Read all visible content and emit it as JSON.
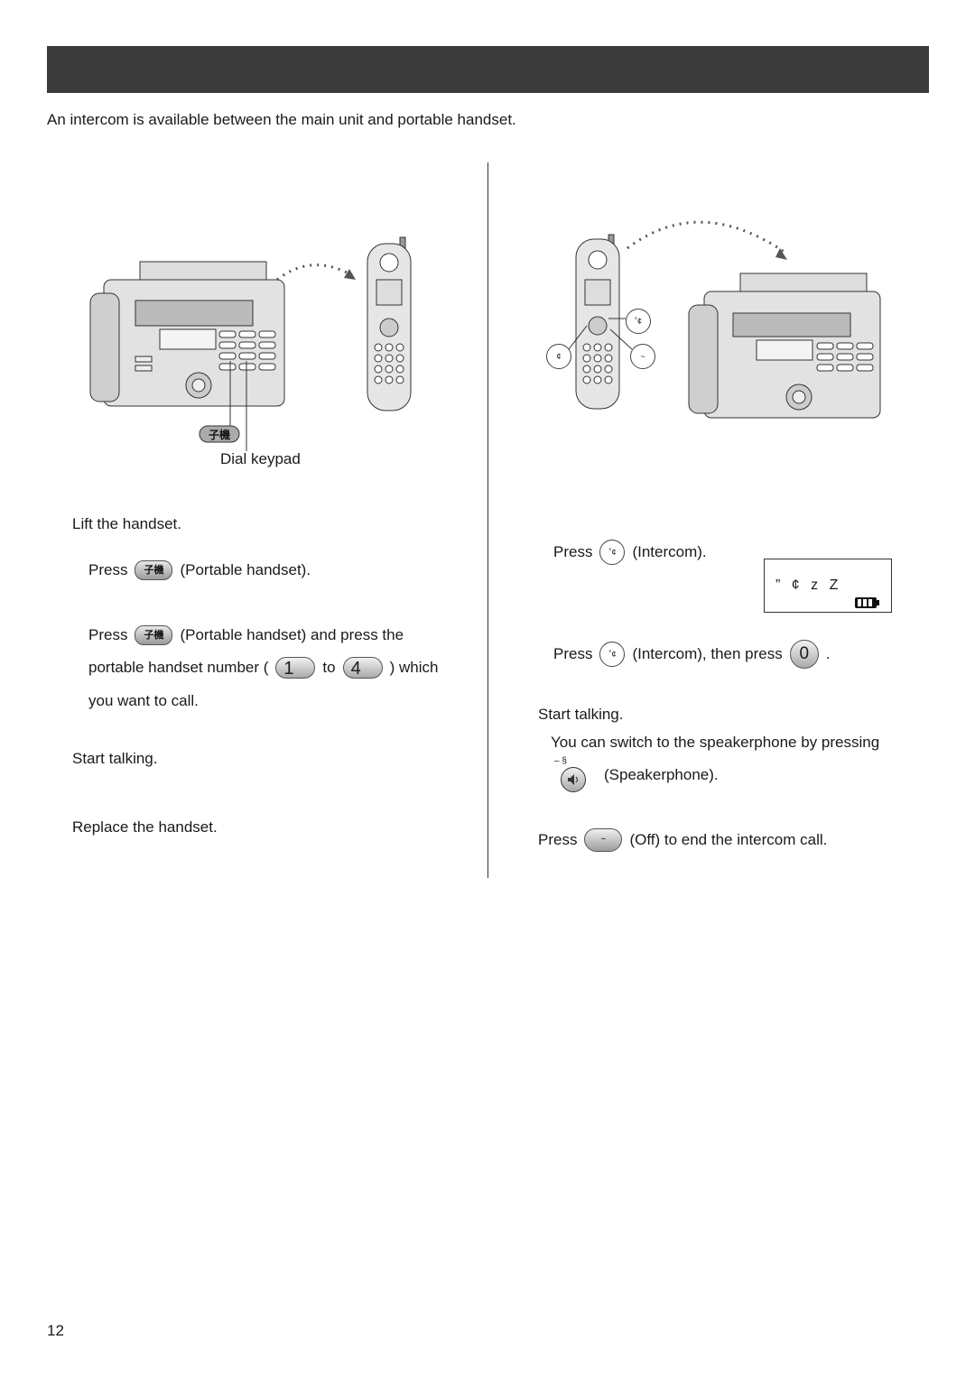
{
  "header": {
    "title": ""
  },
  "intro": "An intercom is available between the main unit and portable handset.",
  "left": {
    "figure_label": "Dial keypad",
    "portable_key_glyph": "子機",
    "steps": {
      "lift": "Lift the handset.",
      "press1_prefix": "Press",
      "press1_suffix": "(Portable handset).",
      "press2_prefix": "Press",
      "press2_suffix": "(Portable handset) and press the",
      "press2_line2_prefix": "portable handset number (",
      "press2_line2_to": "to",
      "press2_line2_suffix": ") which",
      "press2_line3": "you want to call.",
      "key_first": "1",
      "key_last": "4",
      "talk": "Start talking.",
      "replace": "Replace the handset."
    }
  },
  "right": {
    "steps": {
      "press_intercom_prefix": "Press",
      "press_intercom_suffix": "(Intercom).",
      "press_intercom2_prefix": "Press",
      "press_intercom2_suffix": "(Intercom), then press",
      "press_intercom2_end": ".",
      "key_zero": "0",
      "talk": "Start talking.",
      "switch_note": "You can switch to the speakerphone by pressing",
      "speaker_label": "(Speakerphone).",
      "off_prefix": "Press",
      "off_suffix": "(Off) to end the intercom call."
    },
    "display_text": "” ¢ z Z",
    "intercom_key_glyph": "˚¢",
    "off_key_glyph": "~",
    "callout_glyphs": [
      "˚¢",
      "¢",
      "~"
    ],
    "speaker_key_glyph": "– §"
  },
  "page_number": "12"
}
